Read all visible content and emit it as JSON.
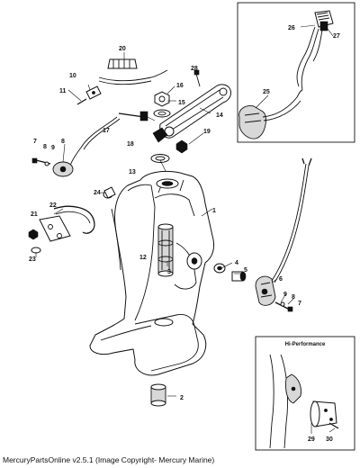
{
  "caption": "MercuryPartsOnline v2.5.1 (Image Copyright- Mercury Marine)",
  "hp_title": "Hi-Performance",
  "part_labels": {
    "p1": "1",
    "p2": "2",
    "p3": "3",
    "p4": "4",
    "p5": "5",
    "p6": "6",
    "p7a": "7",
    "p7b": "7",
    "p8a": "8",
    "p8b": "8",
    "p8c": "8",
    "p9a": "9",
    "p9b": "9",
    "p10": "10",
    "p11": "11",
    "p12": "12",
    "p13": "13",
    "p14": "14",
    "p15": "15",
    "p16": "16",
    "p17": "17",
    "p18": "18",
    "p19": "19",
    "p20": "20",
    "p21": "21",
    "p22": "22",
    "p23": "23",
    "p24": "24",
    "p25": "25",
    "p26": "26",
    "p27": "27",
    "p28": "28",
    "p29": "29",
    "p30": "30"
  }
}
